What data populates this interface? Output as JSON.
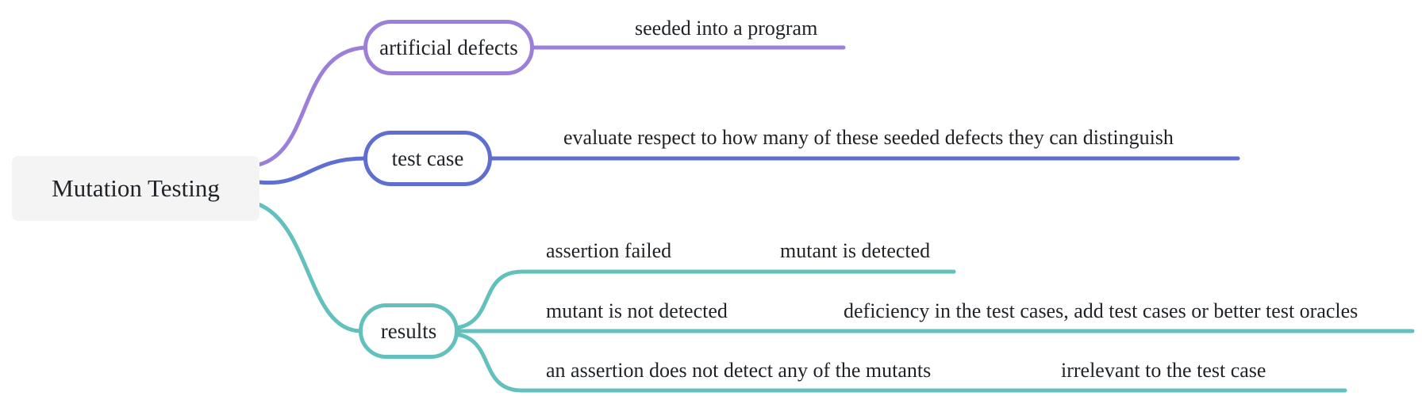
{
  "title": "Mutation Testing mind map",
  "colors": {
    "branch_artificial_defects": "#9b7fd9",
    "branch_test_case": "#5f6fd1",
    "branch_results": "#62c0bd",
    "root_background": "#f4f4f5",
    "text": "#1f2327"
  },
  "root": {
    "label": "Mutation Testing"
  },
  "branches": [
    {
      "id": "artificial-defects",
      "label": "artificial defects",
      "color": "#9b7fd9",
      "note": "seeded into a program"
    },
    {
      "id": "test-case",
      "label": "test case",
      "color": "#5f6fd1",
      "note": "evaluate respect to how many of these seeded defects they can distinguish"
    },
    {
      "id": "results",
      "label": "results",
      "color": "#62c0bd",
      "children": [
        {
          "condition": "assertion failed",
          "outcome": "mutant is detected"
        },
        {
          "condition": "mutant is not detected",
          "outcome": "deficiency in the test cases, add test cases or better test oracles"
        },
        {
          "condition": "an assertion does not detect any of the mutants",
          "outcome": "irrelevant to the test case"
        }
      ]
    }
  ]
}
